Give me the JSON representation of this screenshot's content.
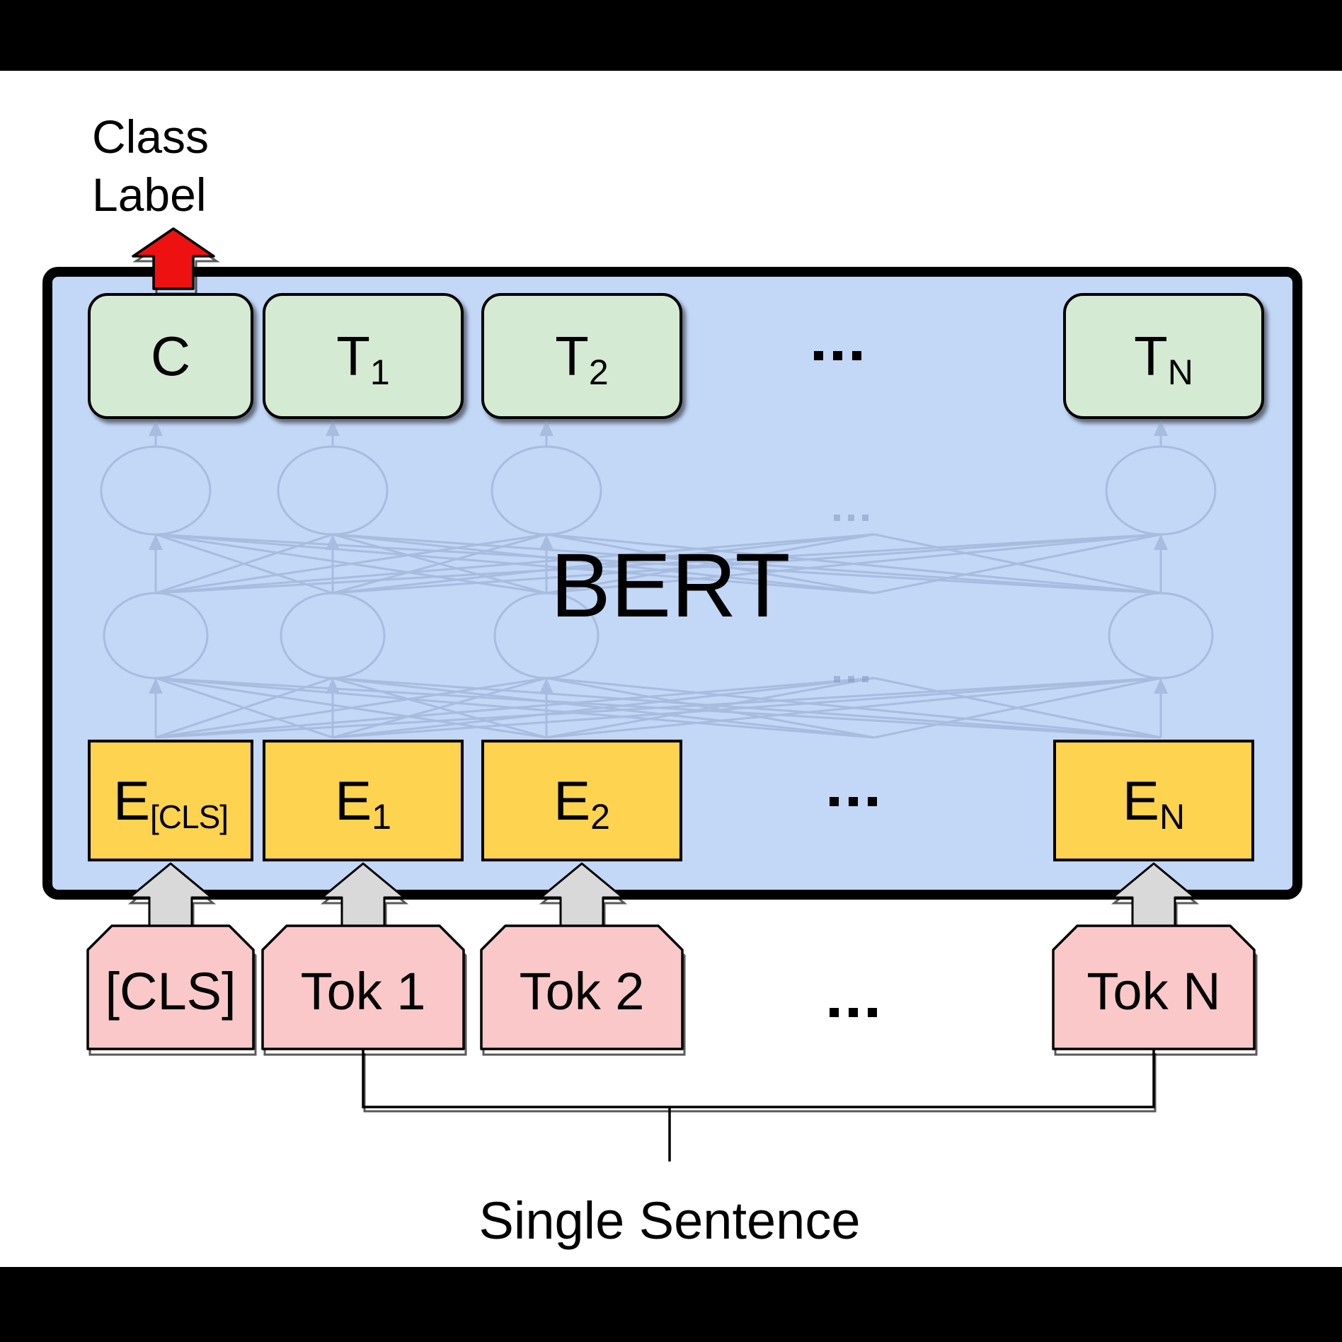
{
  "labels": {
    "class_label": "Class\nLabel",
    "bert": "BERT",
    "single_sentence": "Single Sentence",
    "ellipsis": "..."
  },
  "output_row": [
    {
      "main": "C",
      "sub": ""
    },
    {
      "main": "T",
      "sub": "1"
    },
    {
      "main": "T",
      "sub": "2"
    },
    {
      "main": "T",
      "sub": "N"
    }
  ],
  "embedding_row": [
    {
      "main": "E",
      "sub": "[CLS]"
    },
    {
      "main": "E",
      "sub": "1"
    },
    {
      "main": "E",
      "sub": "2"
    },
    {
      "main": "E",
      "sub": "N"
    }
  ],
  "token_row": [
    "[CLS]",
    "Tok 1",
    "Tok 2",
    "Tok N"
  ],
  "colors": {
    "blue": "#c3d7f7",
    "green": "#d5ead2",
    "yellow": "#fdd34f",
    "pink": "#fac8c8",
    "red": "#ee1111",
    "gray": "#d9d9d9"
  }
}
